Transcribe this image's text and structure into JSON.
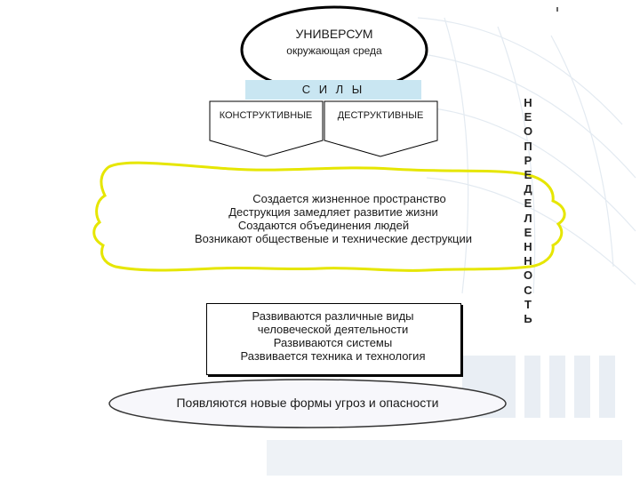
{
  "universe": {
    "title": "УНИВЕРСУМ",
    "subtitle": "окружающая среда"
  },
  "forces": {
    "header": "С И Л Ы",
    "constructive": "КОНСТРУКТИВНЫЕ",
    "destructive": "ДЕСТРУКТИВНЫЕ"
  },
  "cloud_lines": [
    "Создается жизненное пространство",
    "Деструкция замедляет развитие жизни",
    "Создаются объединения людей",
    "Возникают общественые и технические деструкции"
  ],
  "box_lines": [
    "Развиваются  различные виды",
    "человеческой деятельности",
    "Развиваются системы",
    "Развивается техника и технология"
  ],
  "bottom_oval": "Появляются новые формы угроз и опасности",
  "uncertainty_letters": [
    "Н",
    "Е",
    "О",
    "П",
    "Р",
    "Е",
    "Д",
    "Е",
    "Л",
    "Е",
    "Н",
    "Н",
    "О",
    "С",
    "Т",
    "Ь"
  ],
  "colors": {
    "cloud_outline": "#e6e600",
    "sily_bar": "#c9e6f2",
    "oval_fill": "#f7f7fb",
    "watermark": "#dde6ee"
  }
}
